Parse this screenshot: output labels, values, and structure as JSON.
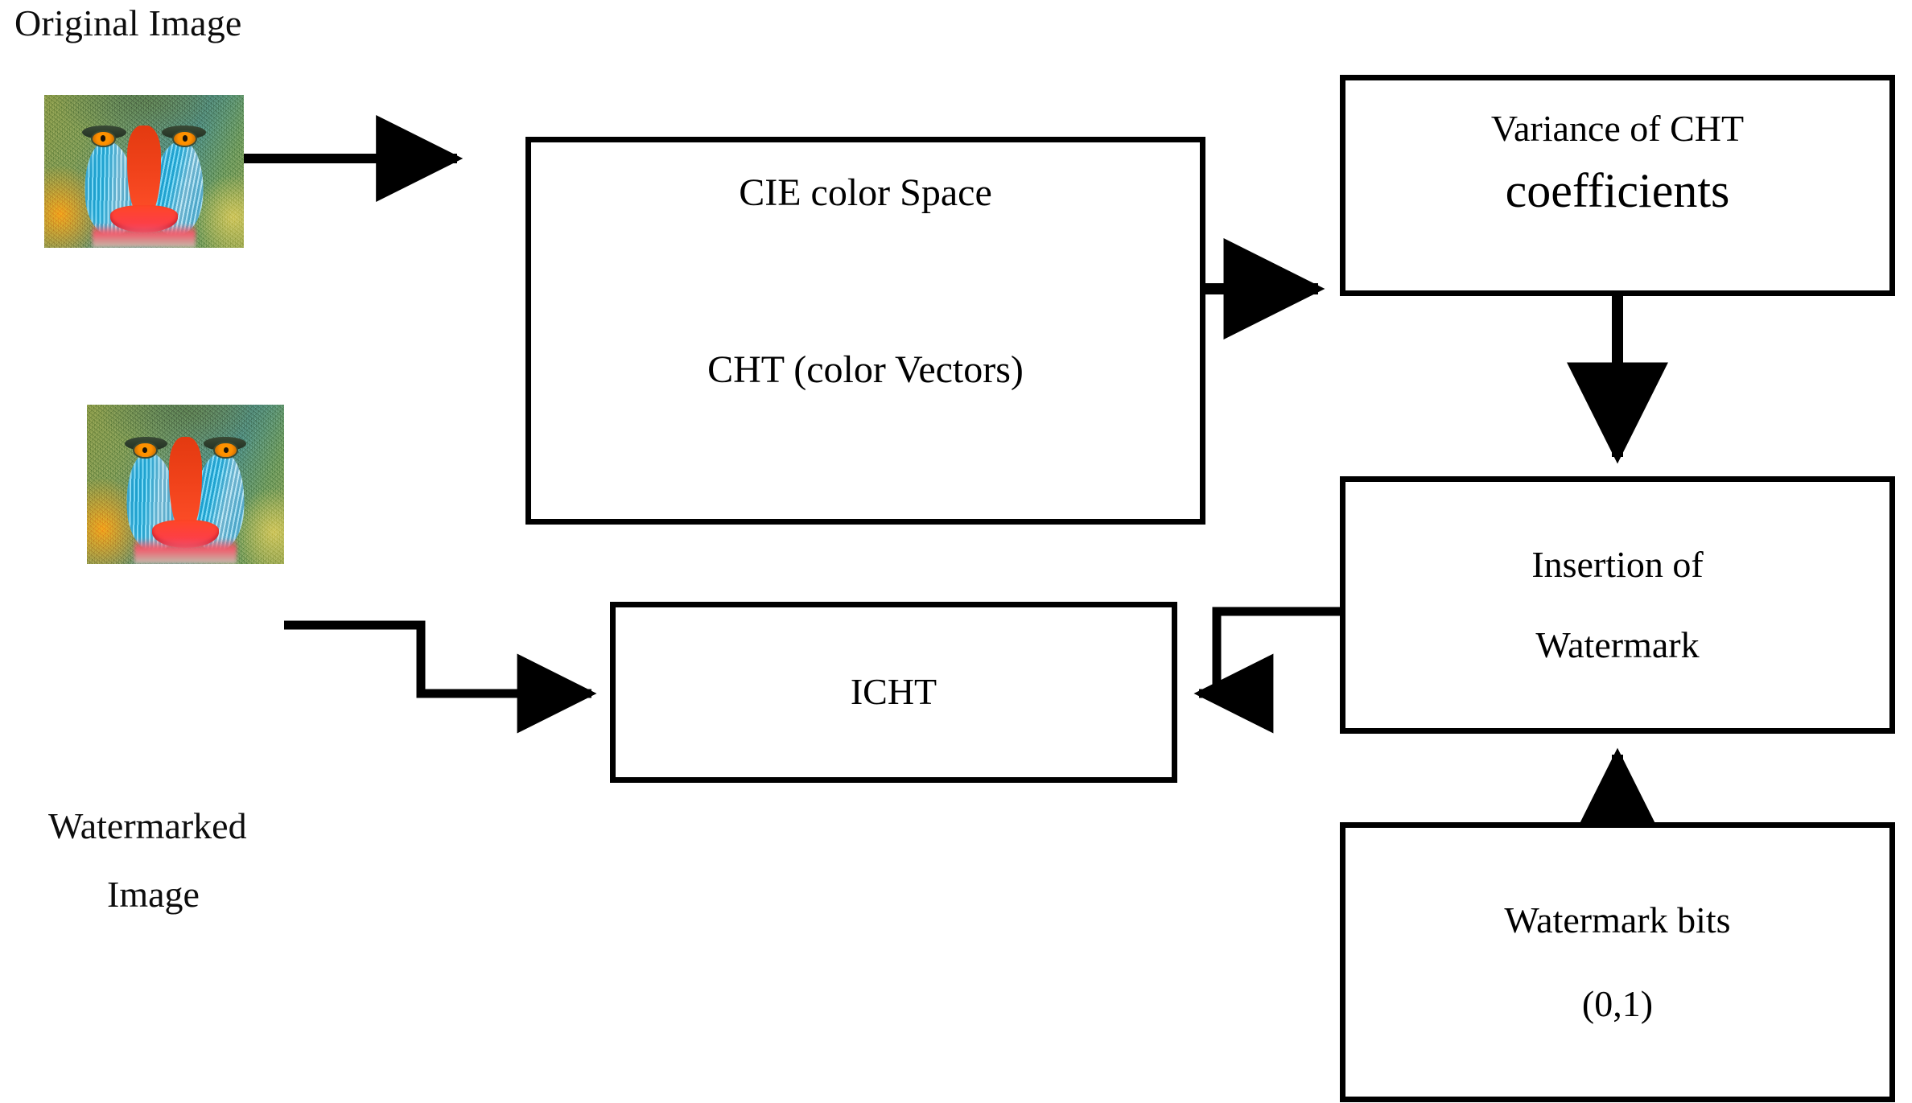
{
  "diagram": {
    "title_not_shown": "",
    "captions": {
      "original_image": "Original Image",
      "watermarked_line1": "Watermarked",
      "watermarked_line2": "Image"
    },
    "boxes": {
      "cie": {
        "line1": "CIE color Space",
        "line2": "CHT (color Vectors)"
      },
      "variance": {
        "line1": "Variance of CHT",
        "line2": "coefficients"
      },
      "insertion": {
        "line1": "Insertion of",
        "line2": "Watermark"
      },
      "watermark_bits": {
        "line1": "Watermark bits",
        "line2": "(0,1)"
      },
      "icht": {
        "line1": "ICHT"
      }
    },
    "connectors": [
      {
        "name": "original-to-cie",
        "kind": "arrow-right"
      },
      {
        "name": "cie-to-variance",
        "kind": "arrow-right"
      },
      {
        "name": "cie-internal-down",
        "kind": "arrow-down"
      },
      {
        "name": "variance-to-insertion",
        "kind": "arrow-down"
      },
      {
        "name": "bits-to-insertion",
        "kind": "arrow-up"
      },
      {
        "name": "insertion-to-icht",
        "kind": "elbow-arrow-left"
      },
      {
        "name": "icht-to-watermarked",
        "kind": "elbow-arrow-right"
      }
    ],
    "colors": {
      "stroke": "#000000",
      "background": "#ffffff",
      "text": "#0d0d0d"
    }
  }
}
